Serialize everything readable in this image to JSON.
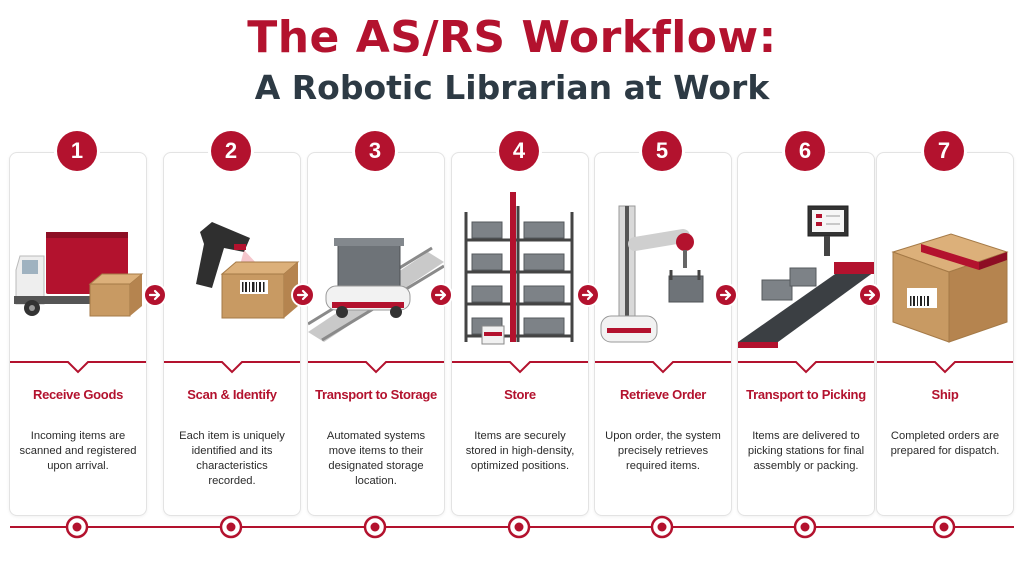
{
  "header": {
    "title": "The AS/RS Workflow:",
    "subtitle": "A Robotic Librarian at Work"
  },
  "colors": {
    "accent": "#b3122e",
    "text": "#2b2b2b",
    "subtitle": "#2d3a44"
  },
  "steps": [
    {
      "number": "1",
      "title": "Receive Goods",
      "icon": "truck-icon",
      "lines": [
        "Incoming items are",
        "scanned and registered",
        "upon arrival."
      ]
    },
    {
      "number": "2",
      "title": "Scan & Identify",
      "icon": "barcode-scanner-icon",
      "lines": [
        "Each item is uniquely",
        "identified and its",
        "characteristics recorded."
      ]
    },
    {
      "number": "3",
      "title": "Transport to Storage",
      "icon": "shuttle-robot-icon",
      "lines": [
        "Automated systems",
        "move items to their",
        "designated storage",
        "location."
      ]
    },
    {
      "number": "4",
      "title": "Store",
      "icon": "storage-rack-icon",
      "lines": [
        "Items are securely",
        "stored in high-density,",
        "optimized positions."
      ]
    },
    {
      "number": "5",
      "title": "Retrieve Order",
      "icon": "robotic-arm-icon",
      "lines": [
        "Upon order, the system",
        "precisely retrieves",
        "required items."
      ]
    },
    {
      "number": "6",
      "title": "Transport to Picking",
      "icon": "conveyor-icon",
      "lines": [
        "Items are delivered to",
        "picking stations for final",
        "assembly or packing."
      ]
    },
    {
      "number": "7",
      "title": "Ship",
      "icon": "shipping-box-icon",
      "lines": [
        "Completed orders are",
        "prepared for dispatch."
      ]
    }
  ]
}
